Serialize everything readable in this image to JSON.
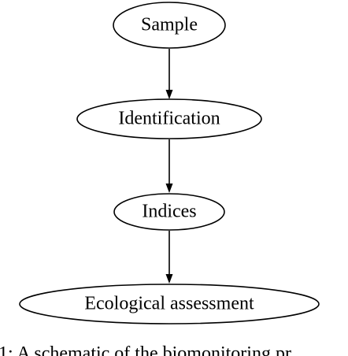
{
  "diagram": {
    "nodes": [
      {
        "id": "sample",
        "label": "Sample"
      },
      {
        "id": "identification",
        "label": "Identification"
      },
      {
        "id": "indices",
        "label": "Indices"
      },
      {
        "id": "ecological-assessment",
        "label": "Ecological assessment"
      }
    ],
    "edges": [
      {
        "from": "sample",
        "to": "identification"
      },
      {
        "from": "identification",
        "to": "indices"
      },
      {
        "from": "indices",
        "to": "ecological-assessment"
      }
    ],
    "caption": "1: A schematic of the biomonitoring pr"
  }
}
